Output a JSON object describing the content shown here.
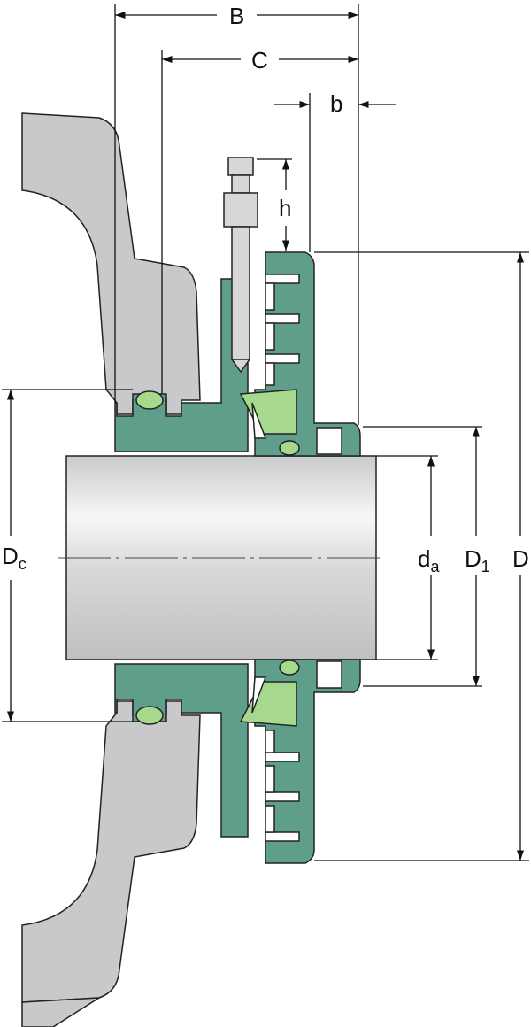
{
  "title": "Labyrinth seal assembly dimension drawing",
  "colors": {
    "housing": "#c9c9cb",
    "seal": "#5f9e8a",
    "seal_light": "#a6d98e",
    "shaft": "#d9dadc"
  },
  "labels": {
    "B": "B",
    "C": "C",
    "b": "b",
    "h": "h",
    "Dc": {
      "main": "D",
      "sub": "c"
    },
    "da": {
      "main": "d",
      "sub": "a"
    },
    "D1": {
      "main": "D",
      "sub": "1"
    },
    "D": "D"
  }
}
